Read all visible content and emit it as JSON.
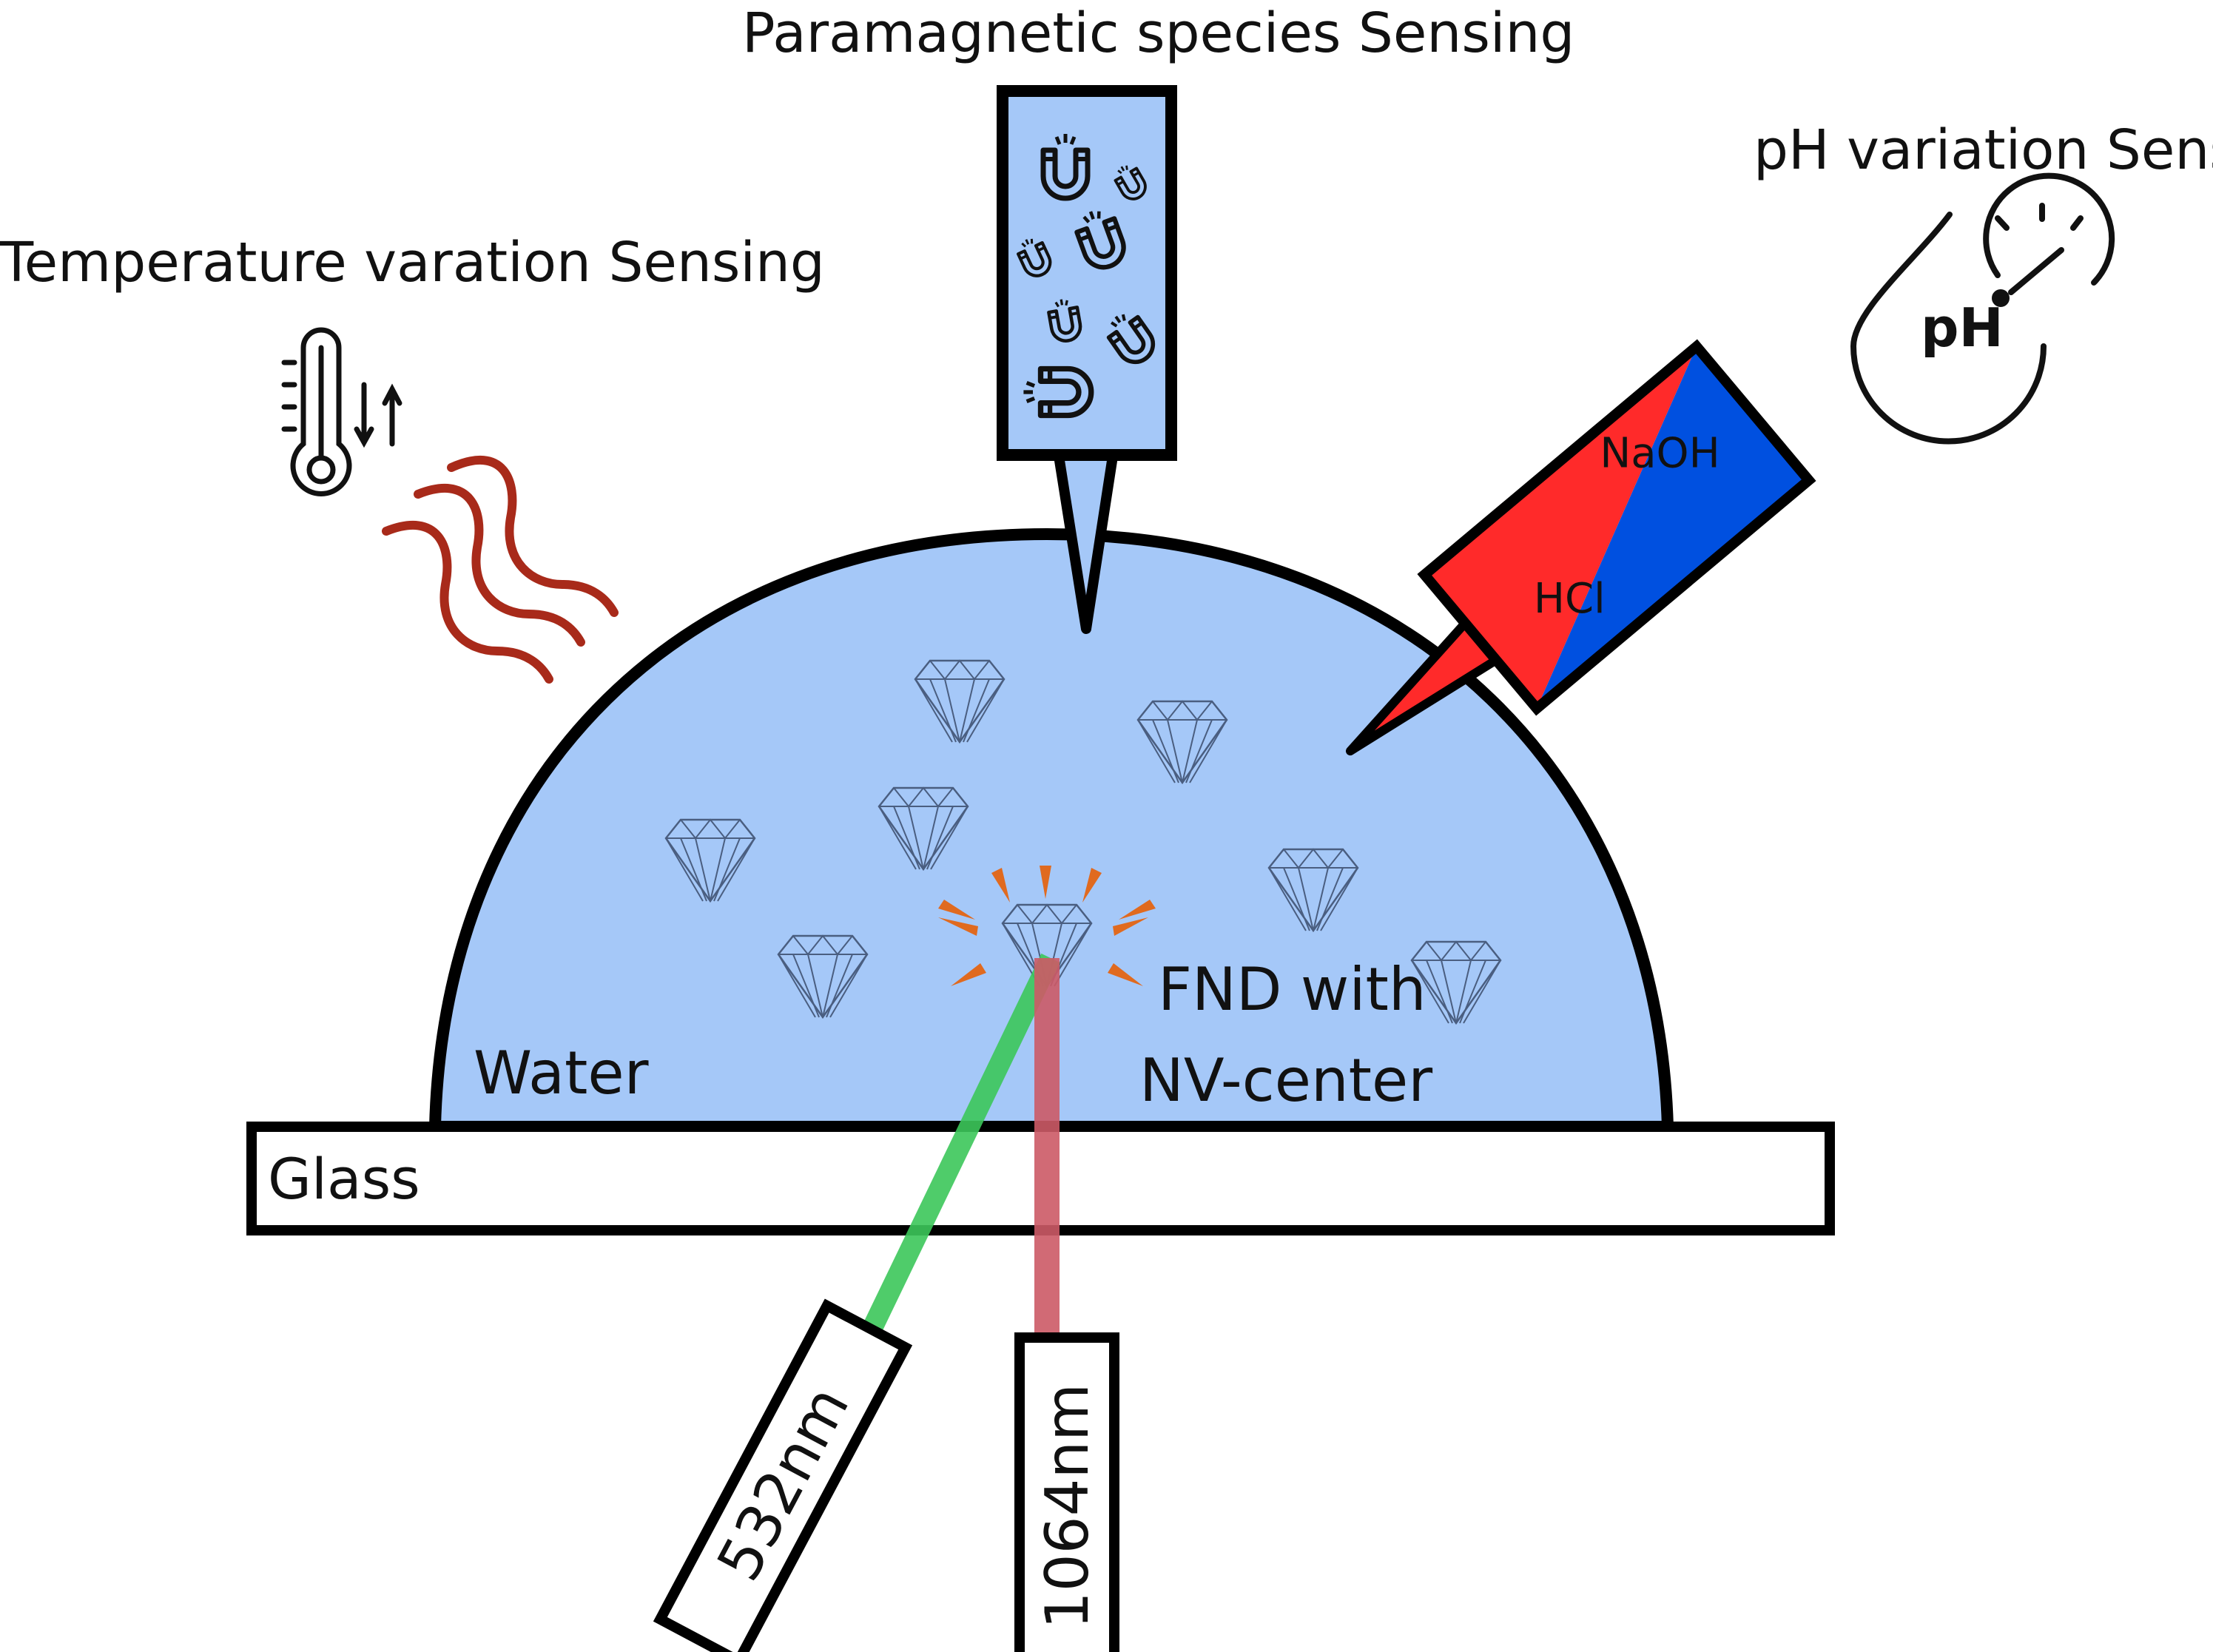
{
  "labels": {
    "temperature": "Temperature varation Sensing",
    "paramagnetic": "Paramagnetic species Sensing",
    "ph": "pH variation Sensing",
    "ph_icon_text": "pH",
    "water": "Water",
    "glass": "Glass",
    "fnd_line1": "FND with",
    "fnd_line2": "NV-center",
    "hcl": "HCl",
    "naoh": "NaOH",
    "laser_green": "532nm",
    "laser_ir": "1064nm"
  },
  "colors": {
    "water": "#a5c8f8",
    "outline": "#000000",
    "heat_wave": "#a82a1a",
    "hcl": "#ff2a2a",
    "naoh": "#0050e0",
    "green_beam": "#3cc75a",
    "ir_beam": "#cc5a66",
    "sparkle": "#e06a1f",
    "diamond_stroke": "#4a5e80"
  },
  "icons": [
    "thermometer-icon",
    "magnet-icon",
    "ph-drop-gauge-icon",
    "diamond-icon",
    "heat-wave-icon"
  ]
}
